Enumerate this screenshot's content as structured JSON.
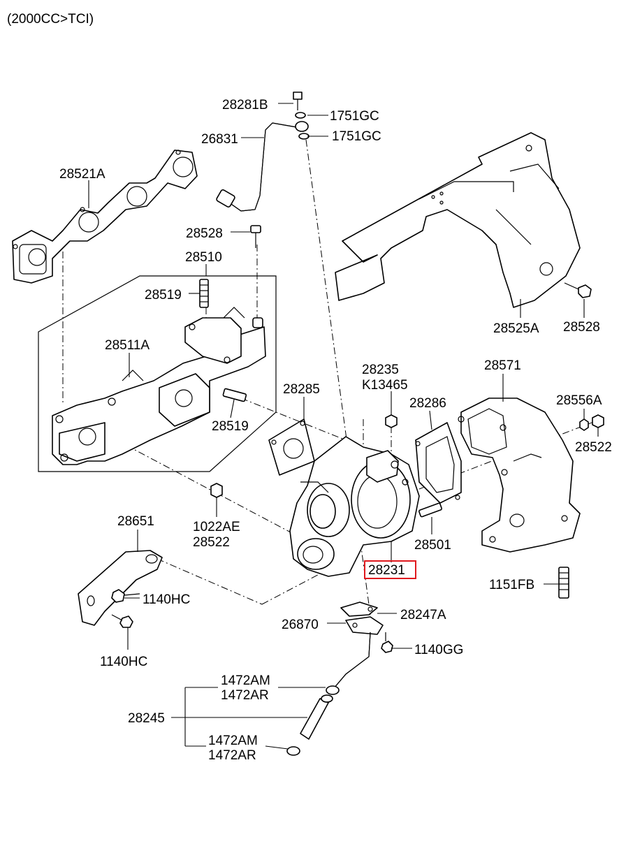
{
  "header": {
    "title": "(2000CC>TCI)"
  },
  "highlight_color": "#e0191e",
  "labels": {
    "p28281B": "28281B",
    "p1751GC_a": "1751GC",
    "p26831": "26831",
    "p1751GC_b": "1751GC",
    "p28521A": "28521A",
    "p28528_a": "28528",
    "p28510": "28510",
    "p28519_a": "28519",
    "p28511A": "28511A",
    "p28519_b": "28519",
    "p28525A": "28525A",
    "p28528_b": "28528",
    "p28235": "28235",
    "pK13465": "K13465",
    "p28285": "28285",
    "p28286": "28286",
    "p28571": "28571",
    "p28556A": "28556A",
    "p28522_a": "28522",
    "p1022AE": "1022AE",
    "p28522_b": "28522",
    "p28651": "28651",
    "p28501": "28501",
    "p28231": "28231",
    "p1140HC_a": "1140HC",
    "p1140HC_b": "1140HC",
    "p1151FB": "1151FB",
    "p28247A": "28247A",
    "p26870": "26870",
    "p1140GG": "1140GG",
    "p1472AM_a": "1472AM",
    "p1472AR_a": "1472AR",
    "p28245": "28245",
    "p1472AM_b": "1472AM",
    "p1472AR_b": "1472AR"
  }
}
